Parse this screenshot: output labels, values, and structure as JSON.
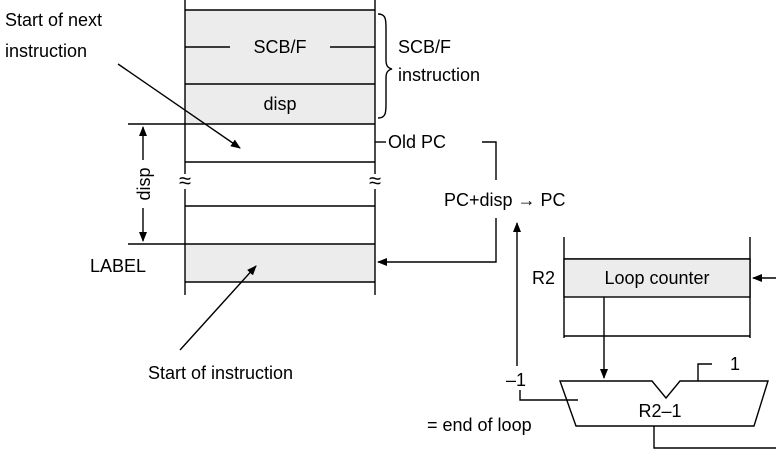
{
  "labels": {
    "start_next_line1": "Start of next",
    "start_next_line2": "instruction",
    "scbf_inner": "SCB/F",
    "disp_cell": "disp",
    "brace_line1": "SCB/F",
    "brace_line2": "instruction",
    "old_pc": "Old PC",
    "disp_vertical": "disp",
    "pc_update": "PC+disp → PC",
    "label": "LABEL",
    "register": "R2",
    "loop_counter": "Loop counter",
    "start_instr": "Start of instruction",
    "minus_one": "–1",
    "one": "1",
    "r2_minus_1": "R2–1",
    "end_of_loop": "= end of loop",
    "break_mark": "≈"
  },
  "colors": {
    "line": "#000000",
    "cell_fill": "#ececec",
    "background": "#ffffff"
  }
}
